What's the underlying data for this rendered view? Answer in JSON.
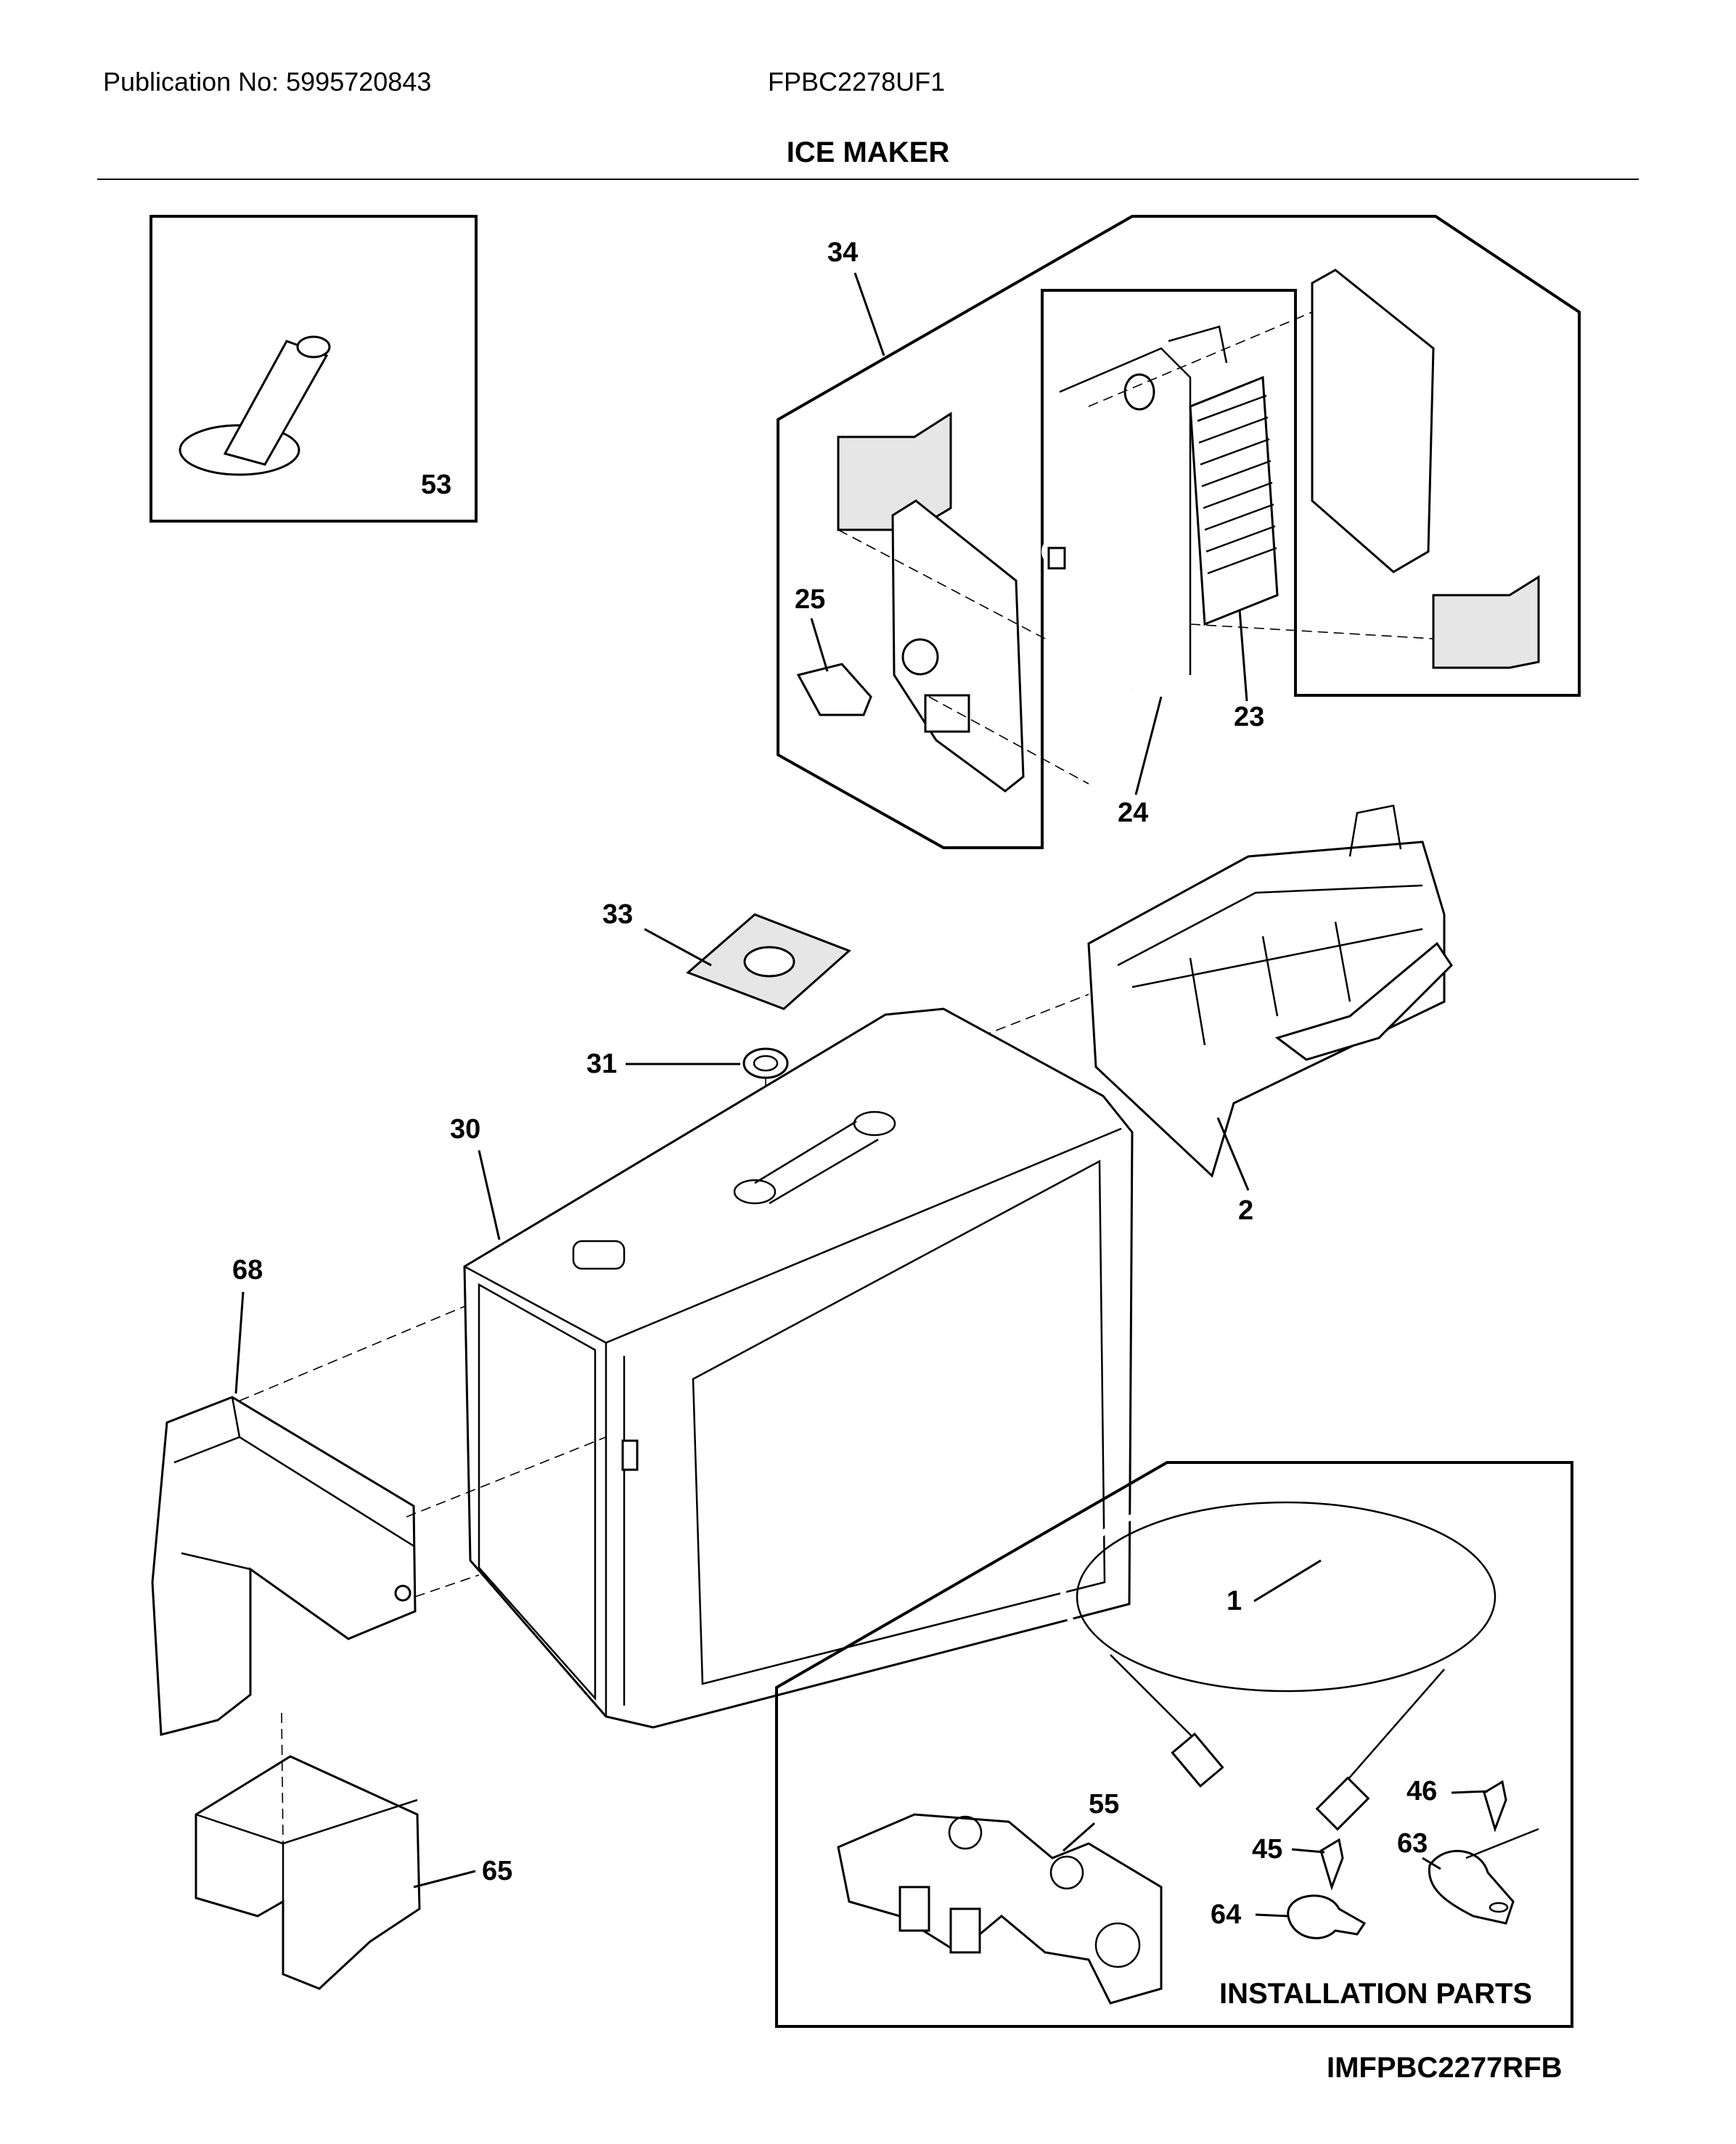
{
  "header": {
    "publication": "Publication No: 5995720843",
    "model": "FPBC2278UF1",
    "title": "ICE MAKER"
  },
  "callouts": {
    "p53": "53",
    "p34": "34",
    "p25": "25",
    "p23": "23",
    "p24": "24",
    "p33": "33",
    "p31": "31",
    "p30": "30",
    "p2": "2",
    "p68": "68",
    "p65": "65",
    "p1": "1",
    "p55": "55",
    "p46": "46",
    "p45": "45",
    "p63": "63",
    "p64": "64"
  },
  "installation_parts_label": "INSTALLATION PARTS",
  "diagram_code": "IMFPBC2277RFB"
}
